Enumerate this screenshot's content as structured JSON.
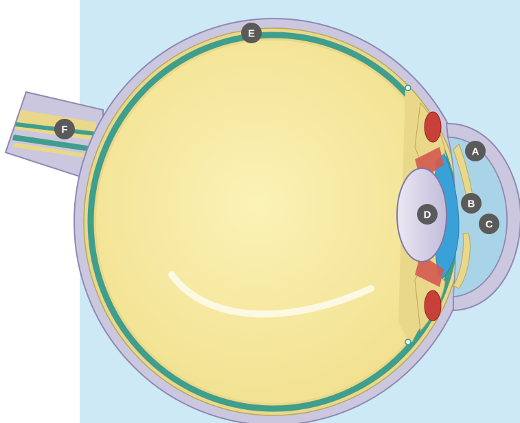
{
  "diagram": {
    "subject": "eye-cross-section",
    "background_color": "#cde9f6",
    "markers": [
      {
        "id": "A",
        "label": "A"
      },
      {
        "id": "B",
        "label": "B"
      },
      {
        "id": "C",
        "label": "C"
      },
      {
        "id": "D",
        "label": "D"
      },
      {
        "id": "E",
        "label": "E"
      },
      {
        "id": "F",
        "label": "F"
      }
    ],
    "colors": {
      "sclera": "#cbc7df",
      "choroid": "#e9d889",
      "retina": "#3f9e8c",
      "vitreous": "#f6ea9f",
      "lens": "#dcd8ea",
      "aqueous": "#3aa0d8",
      "cornea": "#a9d3e6",
      "ciliary_muscle": "#c8403a",
      "marker": "#5a5a5a"
    }
  }
}
